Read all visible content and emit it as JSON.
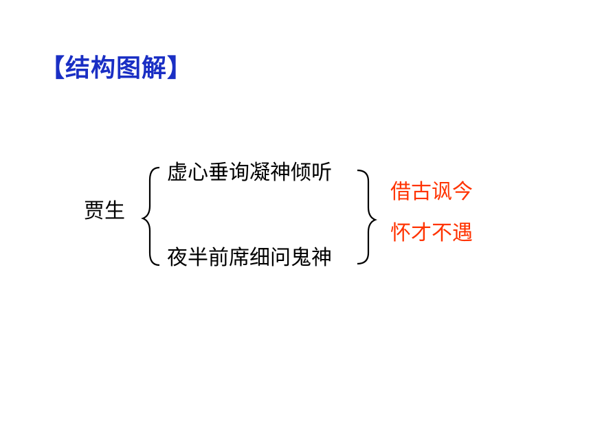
{
  "title": "【结构图解】",
  "diagram": {
    "subject": "贾生",
    "left_items": [
      "虚心垂询凝神倾听",
      "夜半前席细问鬼神"
    ],
    "right_items": [
      "借古讽今",
      "怀才不遇"
    ],
    "colors": {
      "title": "#1a2fc4",
      "text": "#000000",
      "highlight": "#ff3300"
    }
  }
}
